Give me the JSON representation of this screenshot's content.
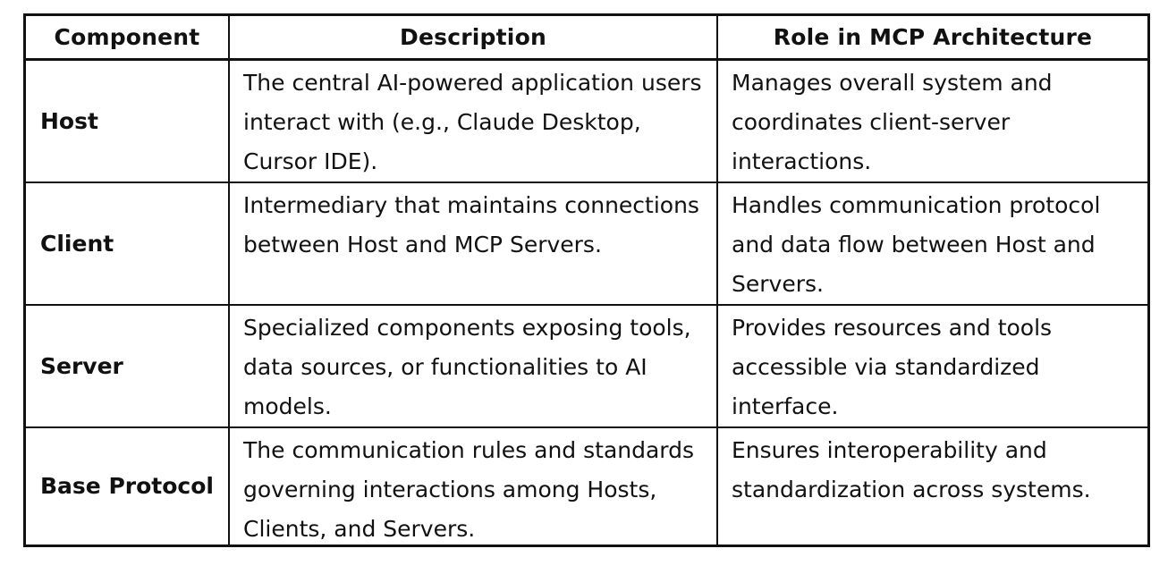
{
  "table": {
    "headers": [
      "Component",
      "Description",
      "Role in MCP Architecture"
    ],
    "rows": [
      {
        "component": "Host",
        "description": "The central AI-powered application users interact with (e.g., Claude Desktop, Cursor IDE).",
        "role": "Manages overall system and coordinates client-server interactions."
      },
      {
        "component": "Client",
        "description": "Intermediary that maintains connections between Host and MCP Servers.",
        "role": "Handles communication protocol and data flow between Host and Servers."
      },
      {
        "component": "Server",
        "description": "Specialized components exposing tools, data sources, or functionalities to AI models.",
        "role": "Provides resources and tools accessible via standardized interface."
      },
      {
        "component": "Base Protocol",
        "description": "The communication rules and standards governing interactions among Hosts, Clients, and Servers.",
        "role": "Ensures interoperability and standardization across systems."
      }
    ]
  }
}
